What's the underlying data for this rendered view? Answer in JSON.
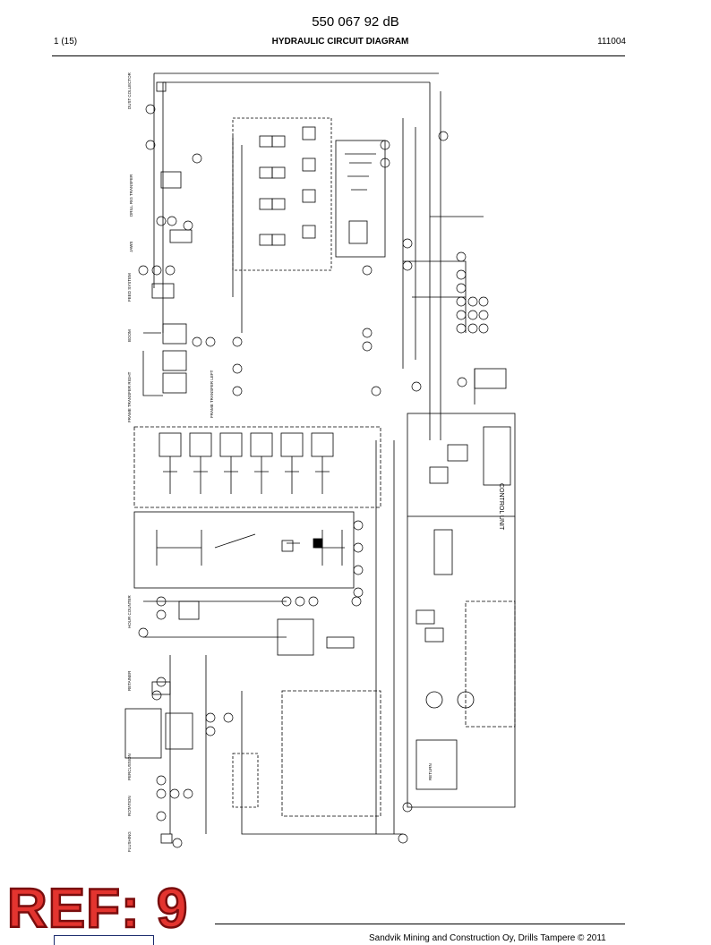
{
  "header": {
    "doc_number": "550 067 92 dB",
    "page": "1 (15)",
    "title": "HYDRAULIC CIRCUIT DIAGRAM",
    "date_code": "111004"
  },
  "diagram_labels": {
    "dust_collector": "DUST COLLECTOR",
    "drill_rig_transfer": "DRILL RIG TRANSFER",
    "jaws": "JAWS",
    "feed_system": "FEED SYSTEM",
    "boom": "BOOM",
    "frame_transfer_right": "FRAME TRANSFER RIGHT",
    "frame_transfer_left": "FRAME TRANSFER LEFT",
    "hour_counter": "HOUR COUNTER",
    "retainer": "RETAINER",
    "percussion": "PERCUSSION",
    "rotation": "ROTATION",
    "flushing": "FLUSHING",
    "control_unit": "CONTROL UNIT",
    "return": "RETURN"
  },
  "watermark": "REF: 9",
  "footer": {
    "copyright": "Sandvik Mining and Construction Oy, Drills Tampere © 2011"
  }
}
